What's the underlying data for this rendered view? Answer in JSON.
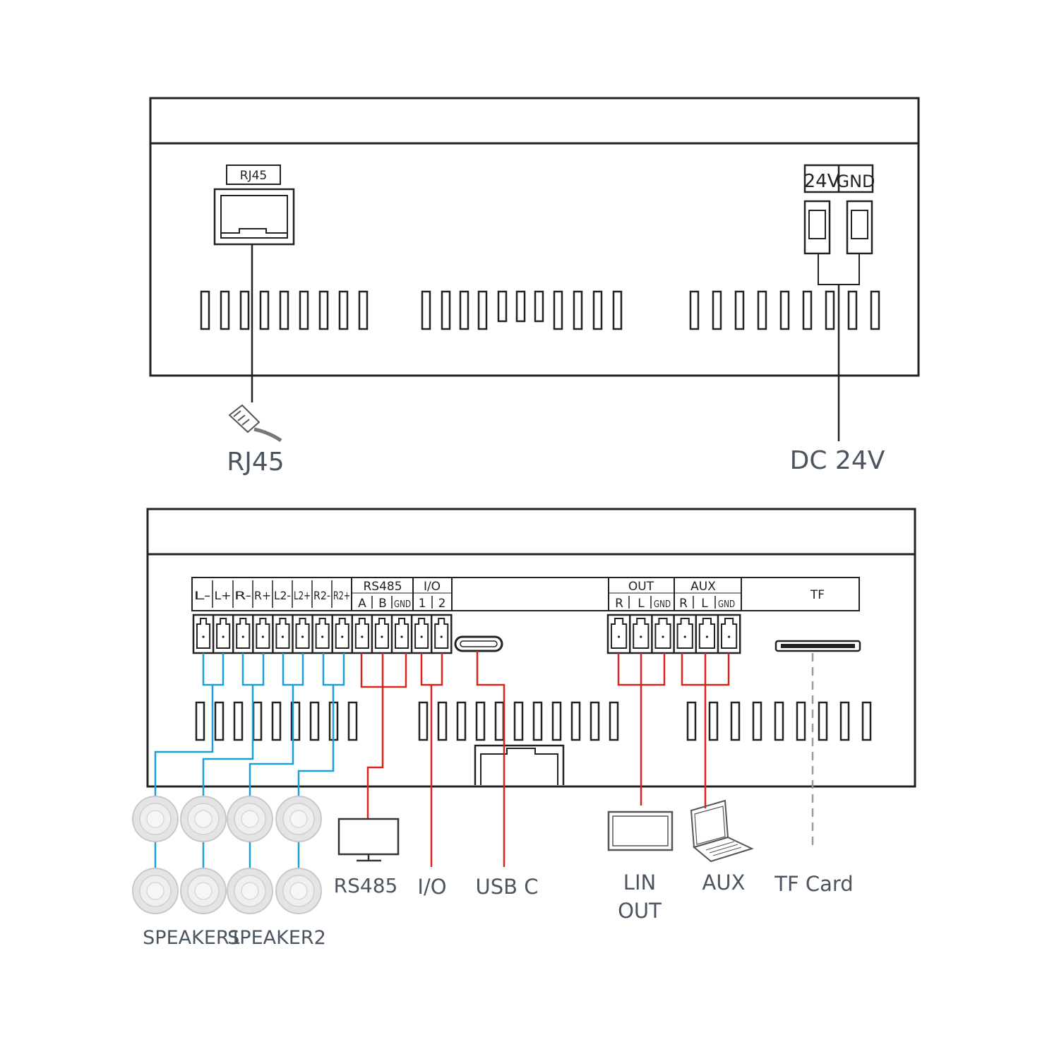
{
  "top_panel": {
    "rj45_port_label": "RJ45",
    "power_labels": [
      "24V",
      "GND"
    ],
    "captions": {
      "rj45": "RJ45",
      "dc": "DC 24V"
    }
  },
  "bottom_panel": {
    "speaker_terminal_labels": [
      "L-",
      "L+",
      "R-",
      "R+",
      "L2-",
      "L2+",
      "R2-",
      "R2+"
    ],
    "rs485_title": "RS485",
    "rs485_pins": [
      "A",
      "B",
      "GND"
    ],
    "io_title": "I/O",
    "io_pins": [
      "1",
      "2"
    ],
    "out_title": "OUT",
    "out_pins": [
      "R",
      "L",
      "GND"
    ],
    "aux_title": "AUX",
    "aux_pins": [
      "R",
      "L",
      "GND"
    ],
    "tf_label": "TF",
    "captions": {
      "speaker1": "SPEAKER1",
      "speaker2": "SPEAKER2",
      "rs485": "RS485",
      "io": "I/O",
      "usbc": "USB C",
      "lin_line1": "LIN",
      "lin_line2": "OUT",
      "aux": "AUX",
      "tf_card": "TF Card"
    }
  },
  "colors": {
    "speaker_wire": "#1a9fd8",
    "signal_wire": "#d9241c",
    "outline": "#222222"
  }
}
